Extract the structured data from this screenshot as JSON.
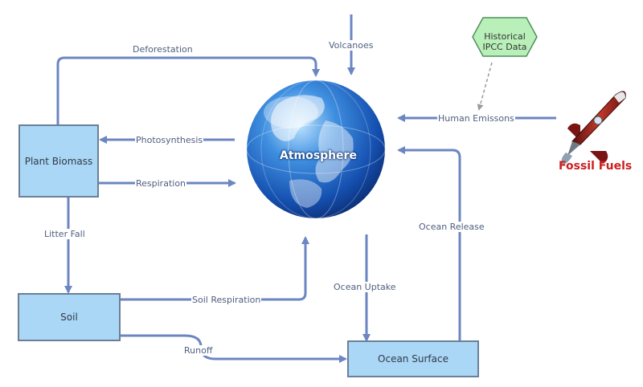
{
  "nodes": {
    "atmosphere": "Atmosphere",
    "plant_biomass": "Plant Biomass",
    "soil": "Soil",
    "ocean_surface": "Ocean Surface",
    "fossil_fuels": "Fossil Fuels",
    "historical_data": {
      "line1": "Historical",
      "line2": "IPCC Data"
    }
  },
  "flows": {
    "deforestation": "Deforestation",
    "volcanoes": "Volcanoes",
    "human_emissions": "Human Emissons",
    "photosynthesis": "Photosynthesis",
    "respiration": "Respiration",
    "litter_fall": "Litter Fall",
    "soil_respiration": "Soil Respiration",
    "runoff": "Runoff",
    "ocean_uptake": "Ocean Uptake",
    "ocean_release": "Ocean Release"
  },
  "colors": {
    "arrow": "#6b86c2",
    "stock_fill": "#a9d7f5",
    "stock_border": "#6b7f99",
    "hexagon_fill": "#b9f0b9",
    "fossil_text": "#cc1f1f",
    "globe": "#1f5fbf"
  },
  "icons": [
    "globe-icon",
    "rocket-icon"
  ]
}
